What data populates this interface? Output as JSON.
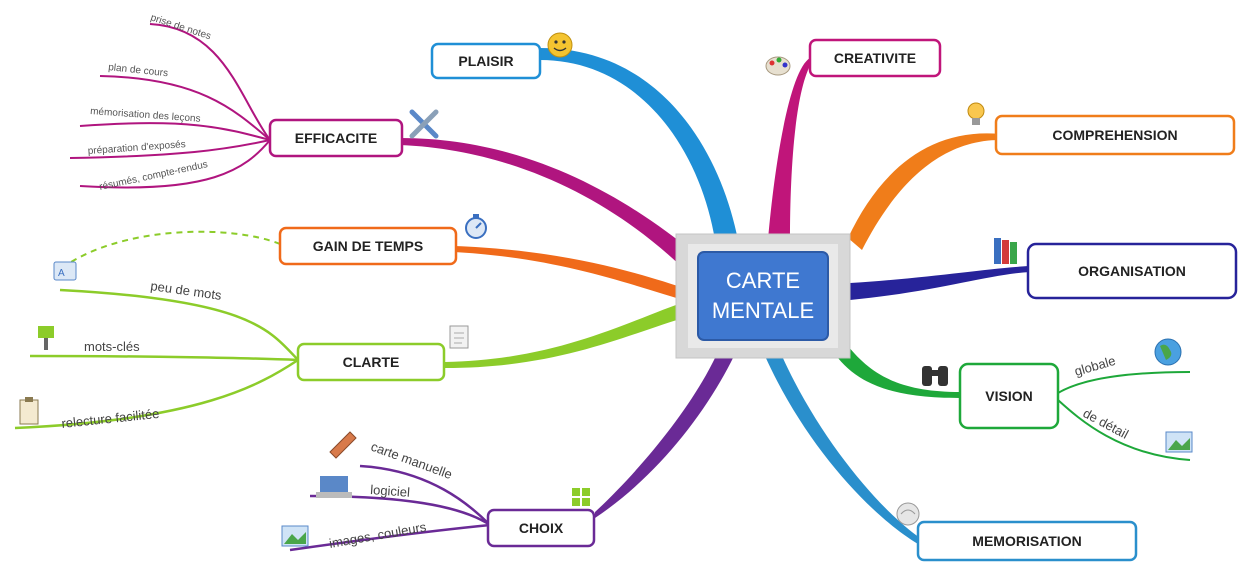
{
  "center": {
    "line1": "CARTE",
    "line2": "MENTALE"
  },
  "colors": {
    "plaisir": "#1f8fd6",
    "creativite": "#c0157a",
    "efficacite": "#b0157f",
    "comprehension": "#f07d1a",
    "gain": "#f06a1a",
    "organisation": "#27239a",
    "clarte": "#8ccc2a",
    "vision": "#1ea83a",
    "choix": "#6a2a96",
    "memorisation": "#2a8fcc",
    "center_bg": "#3f78d0",
    "center_frame": "#d8d8d8"
  },
  "branches": {
    "plaisir": {
      "label": "PLAISIR",
      "icon": "smiley-icon"
    },
    "creativite": {
      "label": "CREATIVITE",
      "icon": "palette-icon"
    },
    "efficacite": {
      "label": "EFFICACITE",
      "icon": "tools-icon",
      "leaves": [
        "prise de notes",
        "plan de cours",
        "mémorisation des leçons",
        "préparation d'exposés",
        "résumés, compte-rendus"
      ]
    },
    "comprehension": {
      "label": "COMPREHENSION",
      "icon": "lightbulb-icon"
    },
    "gain": {
      "label": "GAIN DE TEMPS",
      "icon": "stopwatch-icon"
    },
    "organisation": {
      "label": "ORGANISATION",
      "icon": "books-icon"
    },
    "clarte": {
      "label": "CLARTE",
      "icon": "document-icon",
      "leaves": [
        "peu de mots",
        "mots-clés",
        "relecture facilitée"
      ]
    },
    "vision": {
      "label": "VISION",
      "icon": "binoculars-icon",
      "leaves": [
        "globale",
        "de détail"
      ]
    },
    "choix": {
      "label": "CHOIX",
      "icon": "grid-icon",
      "leaves": [
        "carte manuelle",
        "logiciel",
        "images, couleurs"
      ]
    },
    "memorisation": {
      "label": "MEMORISATION",
      "icon": "brain-icon"
    }
  }
}
